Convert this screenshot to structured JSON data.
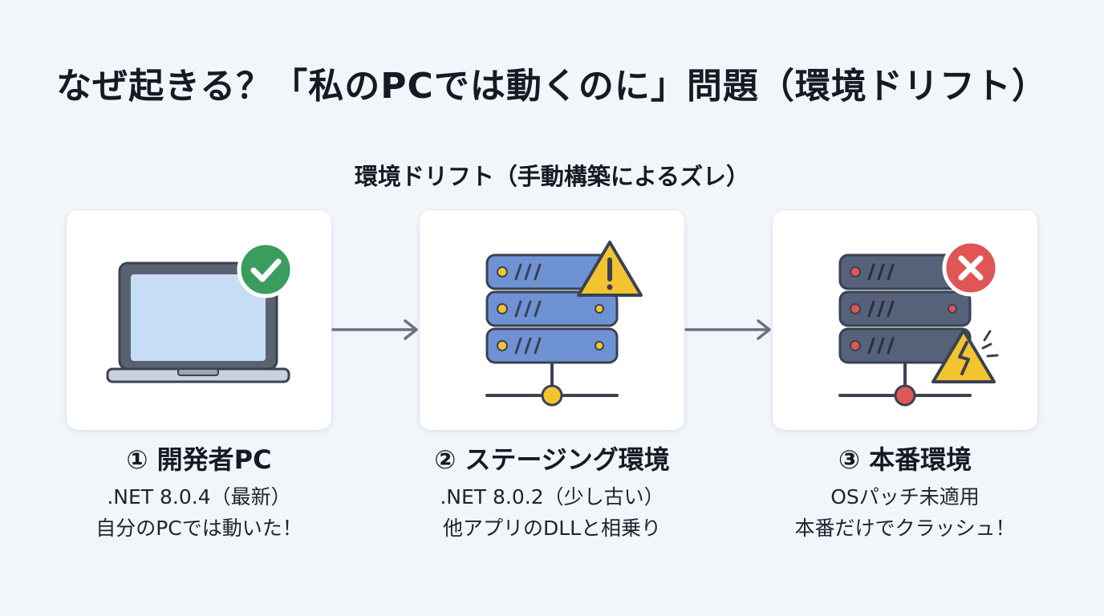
{
  "title": "なぜ起きる？「私のPCでは動くのに」問題（環境ドリフト）",
  "subtitle": "環境ドリフト（手動構築によるズレ）",
  "stages": [
    {
      "heading": "① 開発者PC",
      "line1": ".NET 8.0.4（最新）",
      "line2": "自分のPCでは動いた！",
      "icon": "laptop-icon",
      "badge": "check-icon",
      "status_color": "#3a9d5d"
    },
    {
      "heading": "② ステージング環境",
      "line1": ".NET 8.0.2（少し古い）",
      "line2": "他アプリのDLLと相乗り",
      "icon": "server-icon",
      "badge": "warning-icon",
      "status_color": "#f4c430"
    },
    {
      "heading": "③ 本番環境",
      "line1": "OSパッチ未適用",
      "line2": "本番だけでクラッシュ！",
      "icon": "server-icon",
      "badge": "error-icon",
      "status_color": "#e05555"
    }
  ],
  "colors": {
    "background": "#f2f6fb",
    "outline": "#3a4252",
    "screen": "#c7dcf5",
    "laptop_body": "#c9d1de",
    "server_blue": "#6f92d4",
    "server_dark": "#56627a",
    "arrow": "#687284"
  }
}
